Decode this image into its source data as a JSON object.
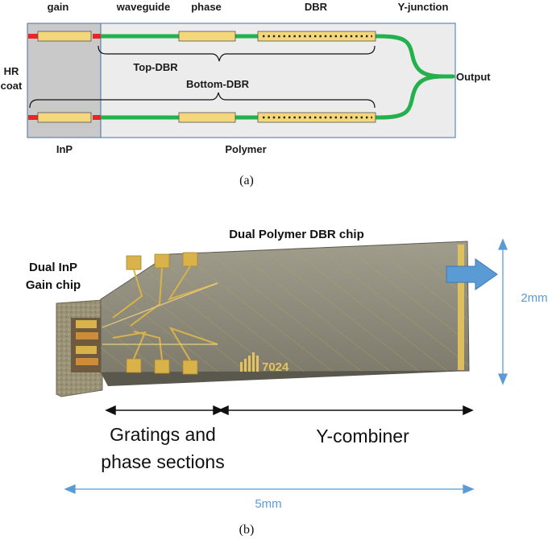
{
  "top_diagram": {
    "labels": {
      "gain": "gain",
      "waveguide": "waveguide",
      "phase": "phase",
      "dbr": "DBR",
      "y_junction": "Y-junction",
      "hr_line1": "HR",
      "hr_line2": "coat",
      "top_dbr": "Top-DBR",
      "bottom_dbr": "Bottom-DBR",
      "output": "Output",
      "inp": "InP",
      "polymer": "Polymer"
    },
    "caption": "(a)",
    "colors": {
      "waveguide": "#22b14c",
      "hr_coat": "#e8262a",
      "pad": "#f5d77b",
      "inp_region": "#c9c9c9",
      "polymer_region": "#ececec",
      "border": "#4a6fa5"
    }
  },
  "photo": {
    "chip_title": "Dual Polymer DBR chip",
    "gain_line1": "Dual InP",
    "gain_line2": "Gain chip",
    "chip_mark": "7024",
    "dim_height": "2mm",
    "dim_length": "5mm",
    "section_left_line1": "Gratings and",
    "section_left_line2": "phase sections",
    "section_right": "Y-combiner",
    "caption": "(b)",
    "colors": {
      "chip": "#8c8a7a",
      "inp_chip": "#9c9478",
      "gold": "#d9b24a",
      "arrow": "#5b9bd5",
      "dimension": "#5b9bd5"
    }
  }
}
